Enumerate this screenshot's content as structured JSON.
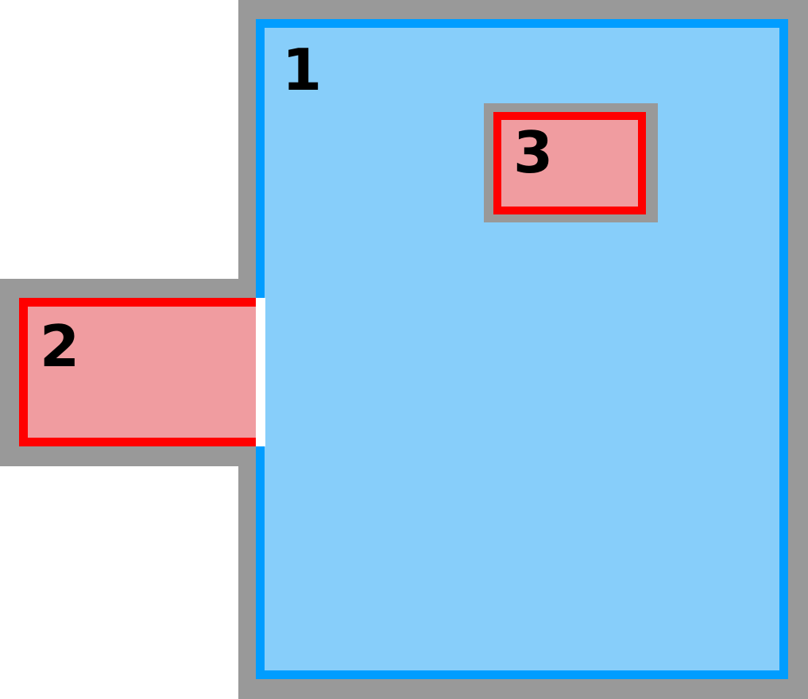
{
  "colors": {
    "frame": "#999999",
    "blue_fill": "#87cefa",
    "blue_border": "#009dff",
    "red_fill": "#f09ca0",
    "red_border": "#ff0000"
  },
  "regions": [
    {
      "label": "1",
      "kind": "blue-box"
    },
    {
      "label": "2",
      "kind": "pink-box"
    },
    {
      "label": "3",
      "kind": "pink-box"
    }
  ]
}
